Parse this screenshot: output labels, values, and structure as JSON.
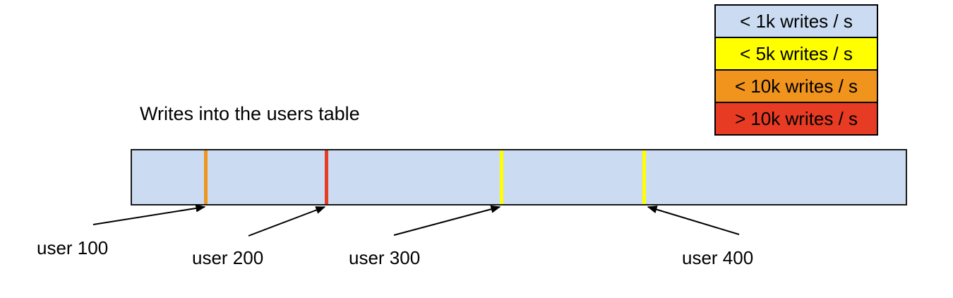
{
  "title": "Writes into the users table",
  "legend": {
    "items": [
      {
        "label": "< 1k writes / s",
        "color": "#cbdcf2"
      },
      {
        "label": "< 5k writes / s",
        "color": "#ffff00"
      },
      {
        "label": "< 10k writes / s",
        "color": "#f0941e"
      },
      {
        "label": "> 10k writes / s",
        "color": "#e83b23"
      }
    ]
  },
  "bar": {
    "fill": "#cbdcf2"
  },
  "users": [
    {
      "label": "user 100",
      "marker_color": "#f0941e"
    },
    {
      "label": "user 200",
      "marker_color": "#e83b23"
    },
    {
      "label": "user 300",
      "marker_color": "#ffff00"
    },
    {
      "label": "user 400",
      "marker_color": "#ffff00"
    }
  ]
}
